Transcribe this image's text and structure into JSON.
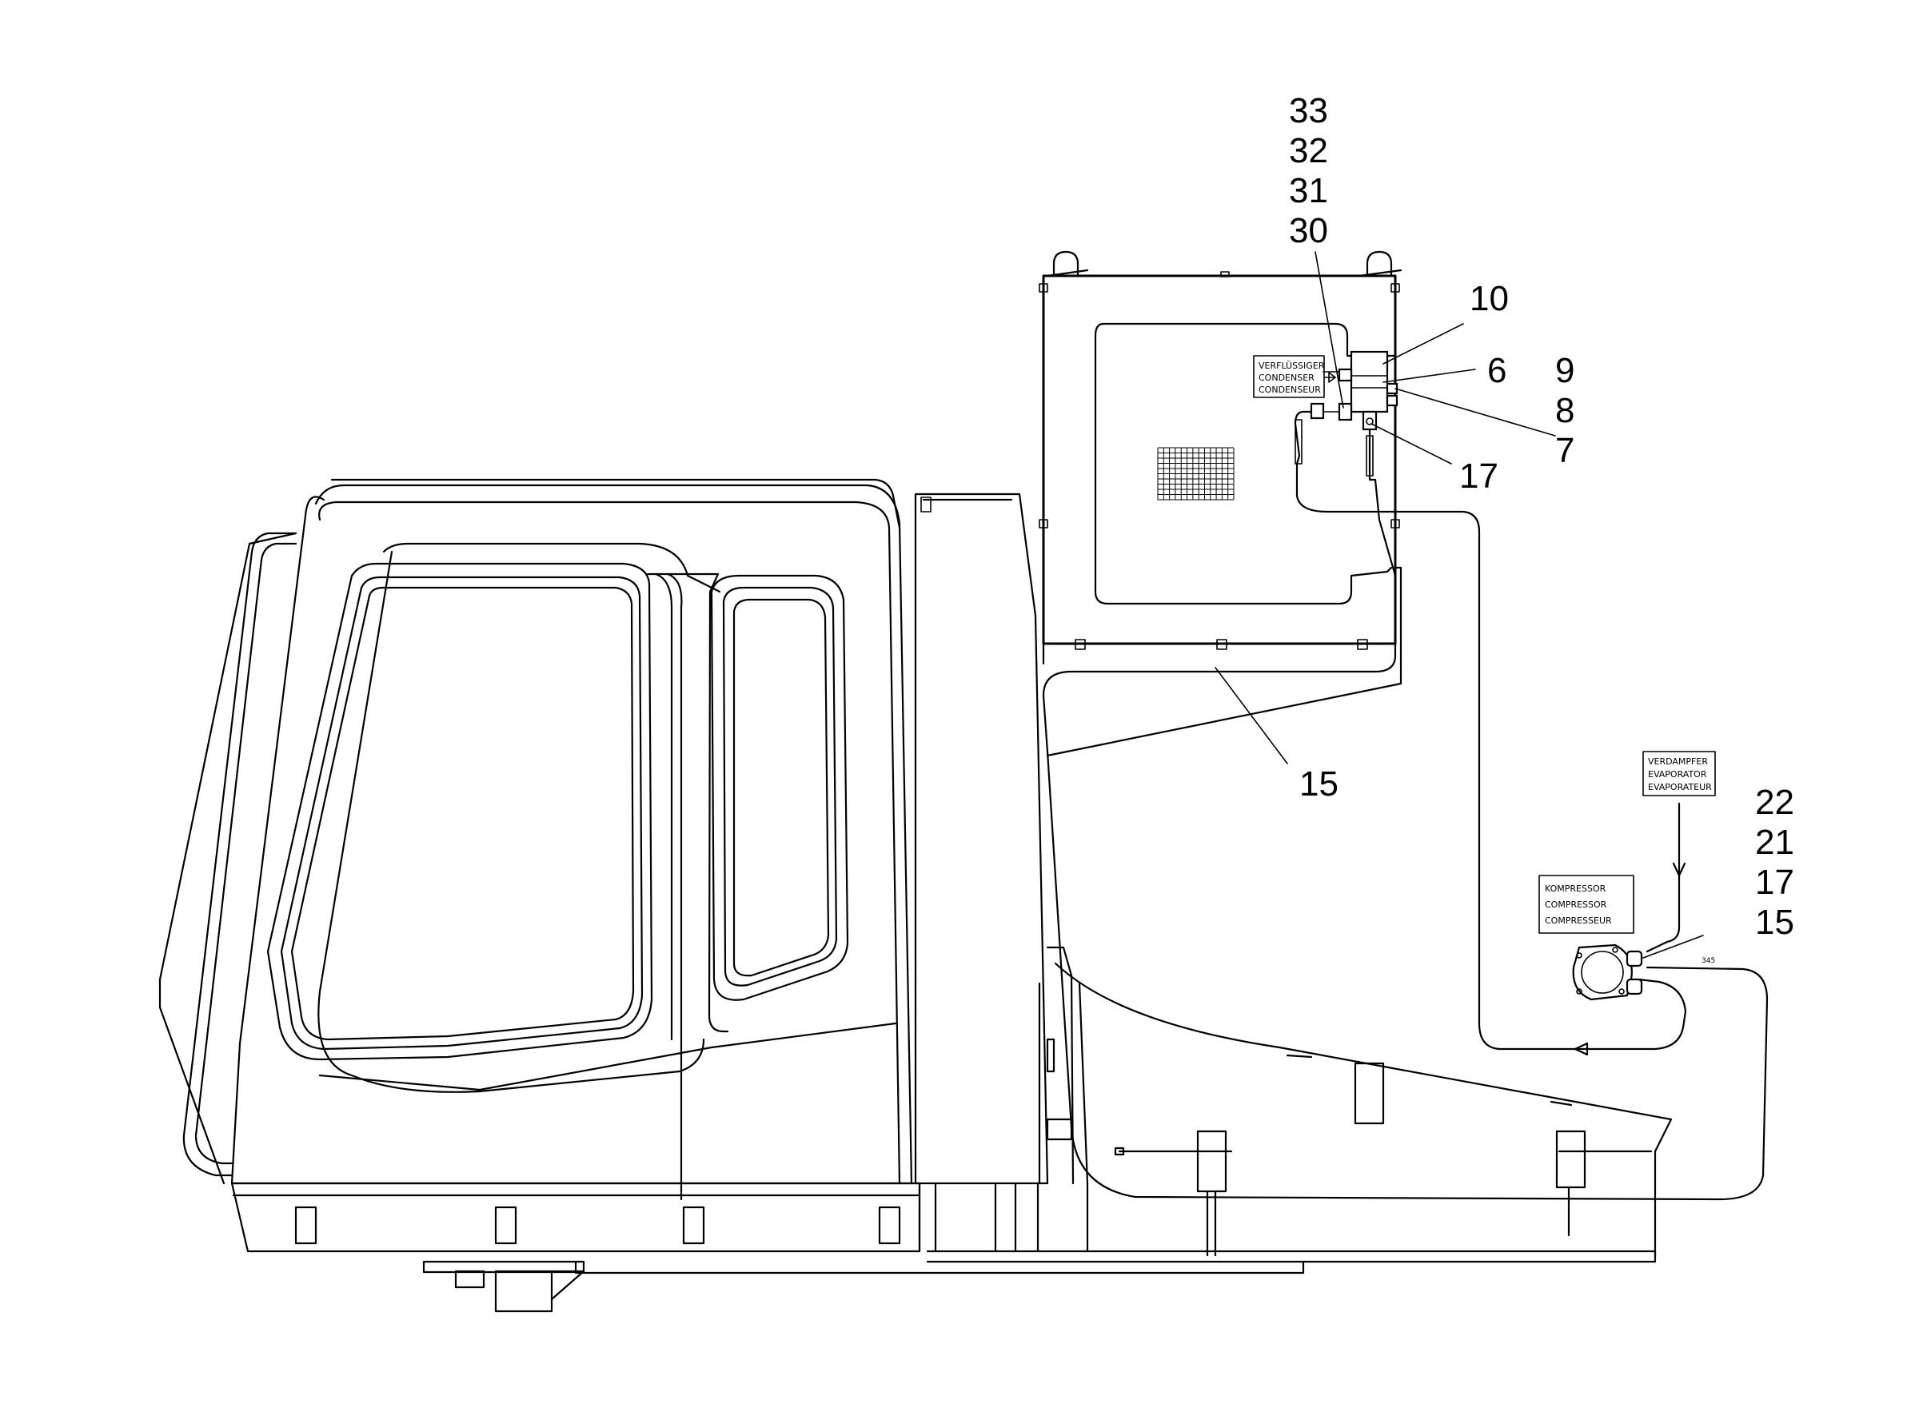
{
  "callouts": {
    "c33": "33",
    "c32": "32",
    "c31": "31",
    "c30": "30",
    "c10": "10",
    "c6": "6",
    "c9": "9",
    "c8": "8",
    "c7": "7",
    "c17_top": "17",
    "c15_top": "15",
    "c22": "22",
    "c21": "21",
    "c17_bot": "17",
    "c15_bot": "15"
  },
  "labels": {
    "compressor": [
      "KOMPRESSOR",
      "COMPRESSOR",
      "COMPRESSEUR"
    ],
    "evaporator": [
      "VERDAMPFER",
      "EVAPORATOR",
      "EVAPORATEUR"
    ],
    "condenser": [
      "VERFLÜSSIGER",
      "CONDENSER",
      "CONDENSEUR"
    ],
    "pipe_mark": "345"
  },
  "colors": {
    "line": "#000000",
    "background": "#ffffff"
  }
}
